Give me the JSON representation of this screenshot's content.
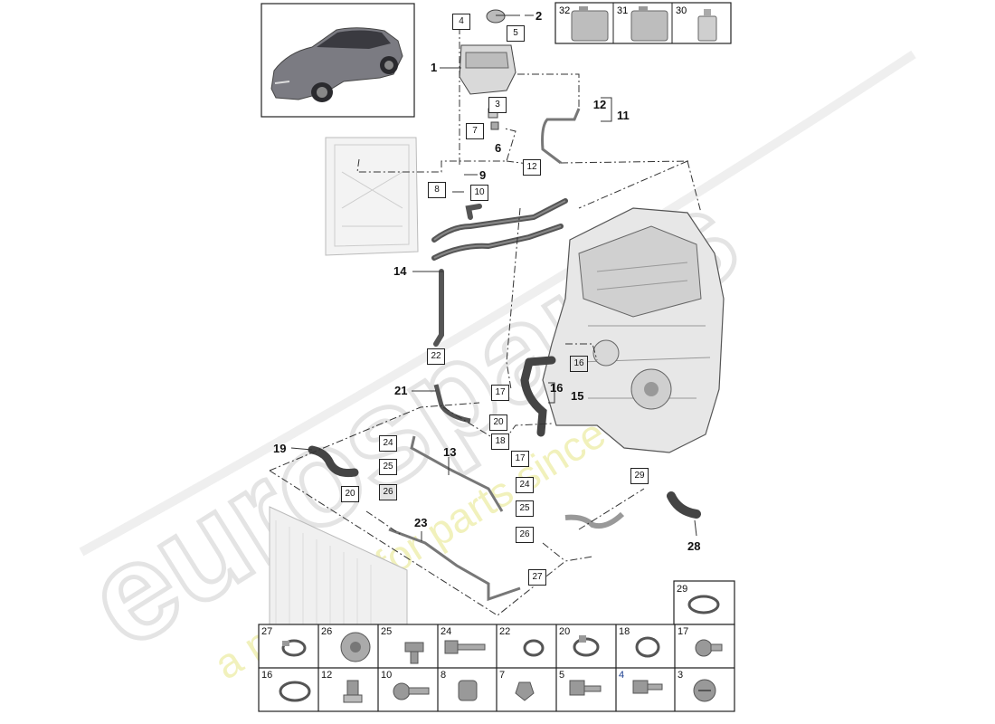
{
  "watermark": {
    "brand": "eurospares",
    "tagline": "a passion for parts since 1985",
    "brand_color": "#d8d8d8",
    "tagline_color": "#ecec9a"
  },
  "callouts": {
    "c1": "1",
    "c2": "2",
    "c6": "6",
    "c9": "9",
    "c11": "11",
    "c13": "13",
    "c14": "14",
    "c15": "15",
    "c16": "16",
    "c19": "19",
    "c21": "21",
    "c23": "23",
    "c28": "28",
    "b4": "4",
    "b5": "5",
    "b3": "3",
    "b7": "7",
    "b8": "8",
    "b10": "10",
    "b12a": "12",
    "b12b": "12",
    "b22": "22",
    "b16": "16",
    "b17a": "17",
    "b17b": "17",
    "b20a": "20",
    "b20b": "20",
    "b18": "18",
    "b24a": "24",
    "b25a": "25",
    "b26a": "26",
    "b24b": "24",
    "b25b": "25",
    "b26b": "26",
    "b27": "27",
    "b29": "29"
  },
  "fluids": [
    "32",
    "31",
    "30"
  ],
  "thumbs_top": [
    "29"
  ],
  "thumbs_row1": [
    "27",
    "26",
    "25",
    "24",
    "22",
    "20",
    "18",
    "17"
  ],
  "thumbs_row2": [
    "16",
    "12",
    "10",
    "8",
    "7",
    "5",
    "4",
    "3"
  ],
  "icons": {
    "car": "suv-vehicle-icon",
    "jerrycan": "jerrycan-icon",
    "bottle": "bottle-icon",
    "hose-clamp": "hose-clamp-icon",
    "bolt": "bolt-icon",
    "grommet": "grommet-icon"
  }
}
